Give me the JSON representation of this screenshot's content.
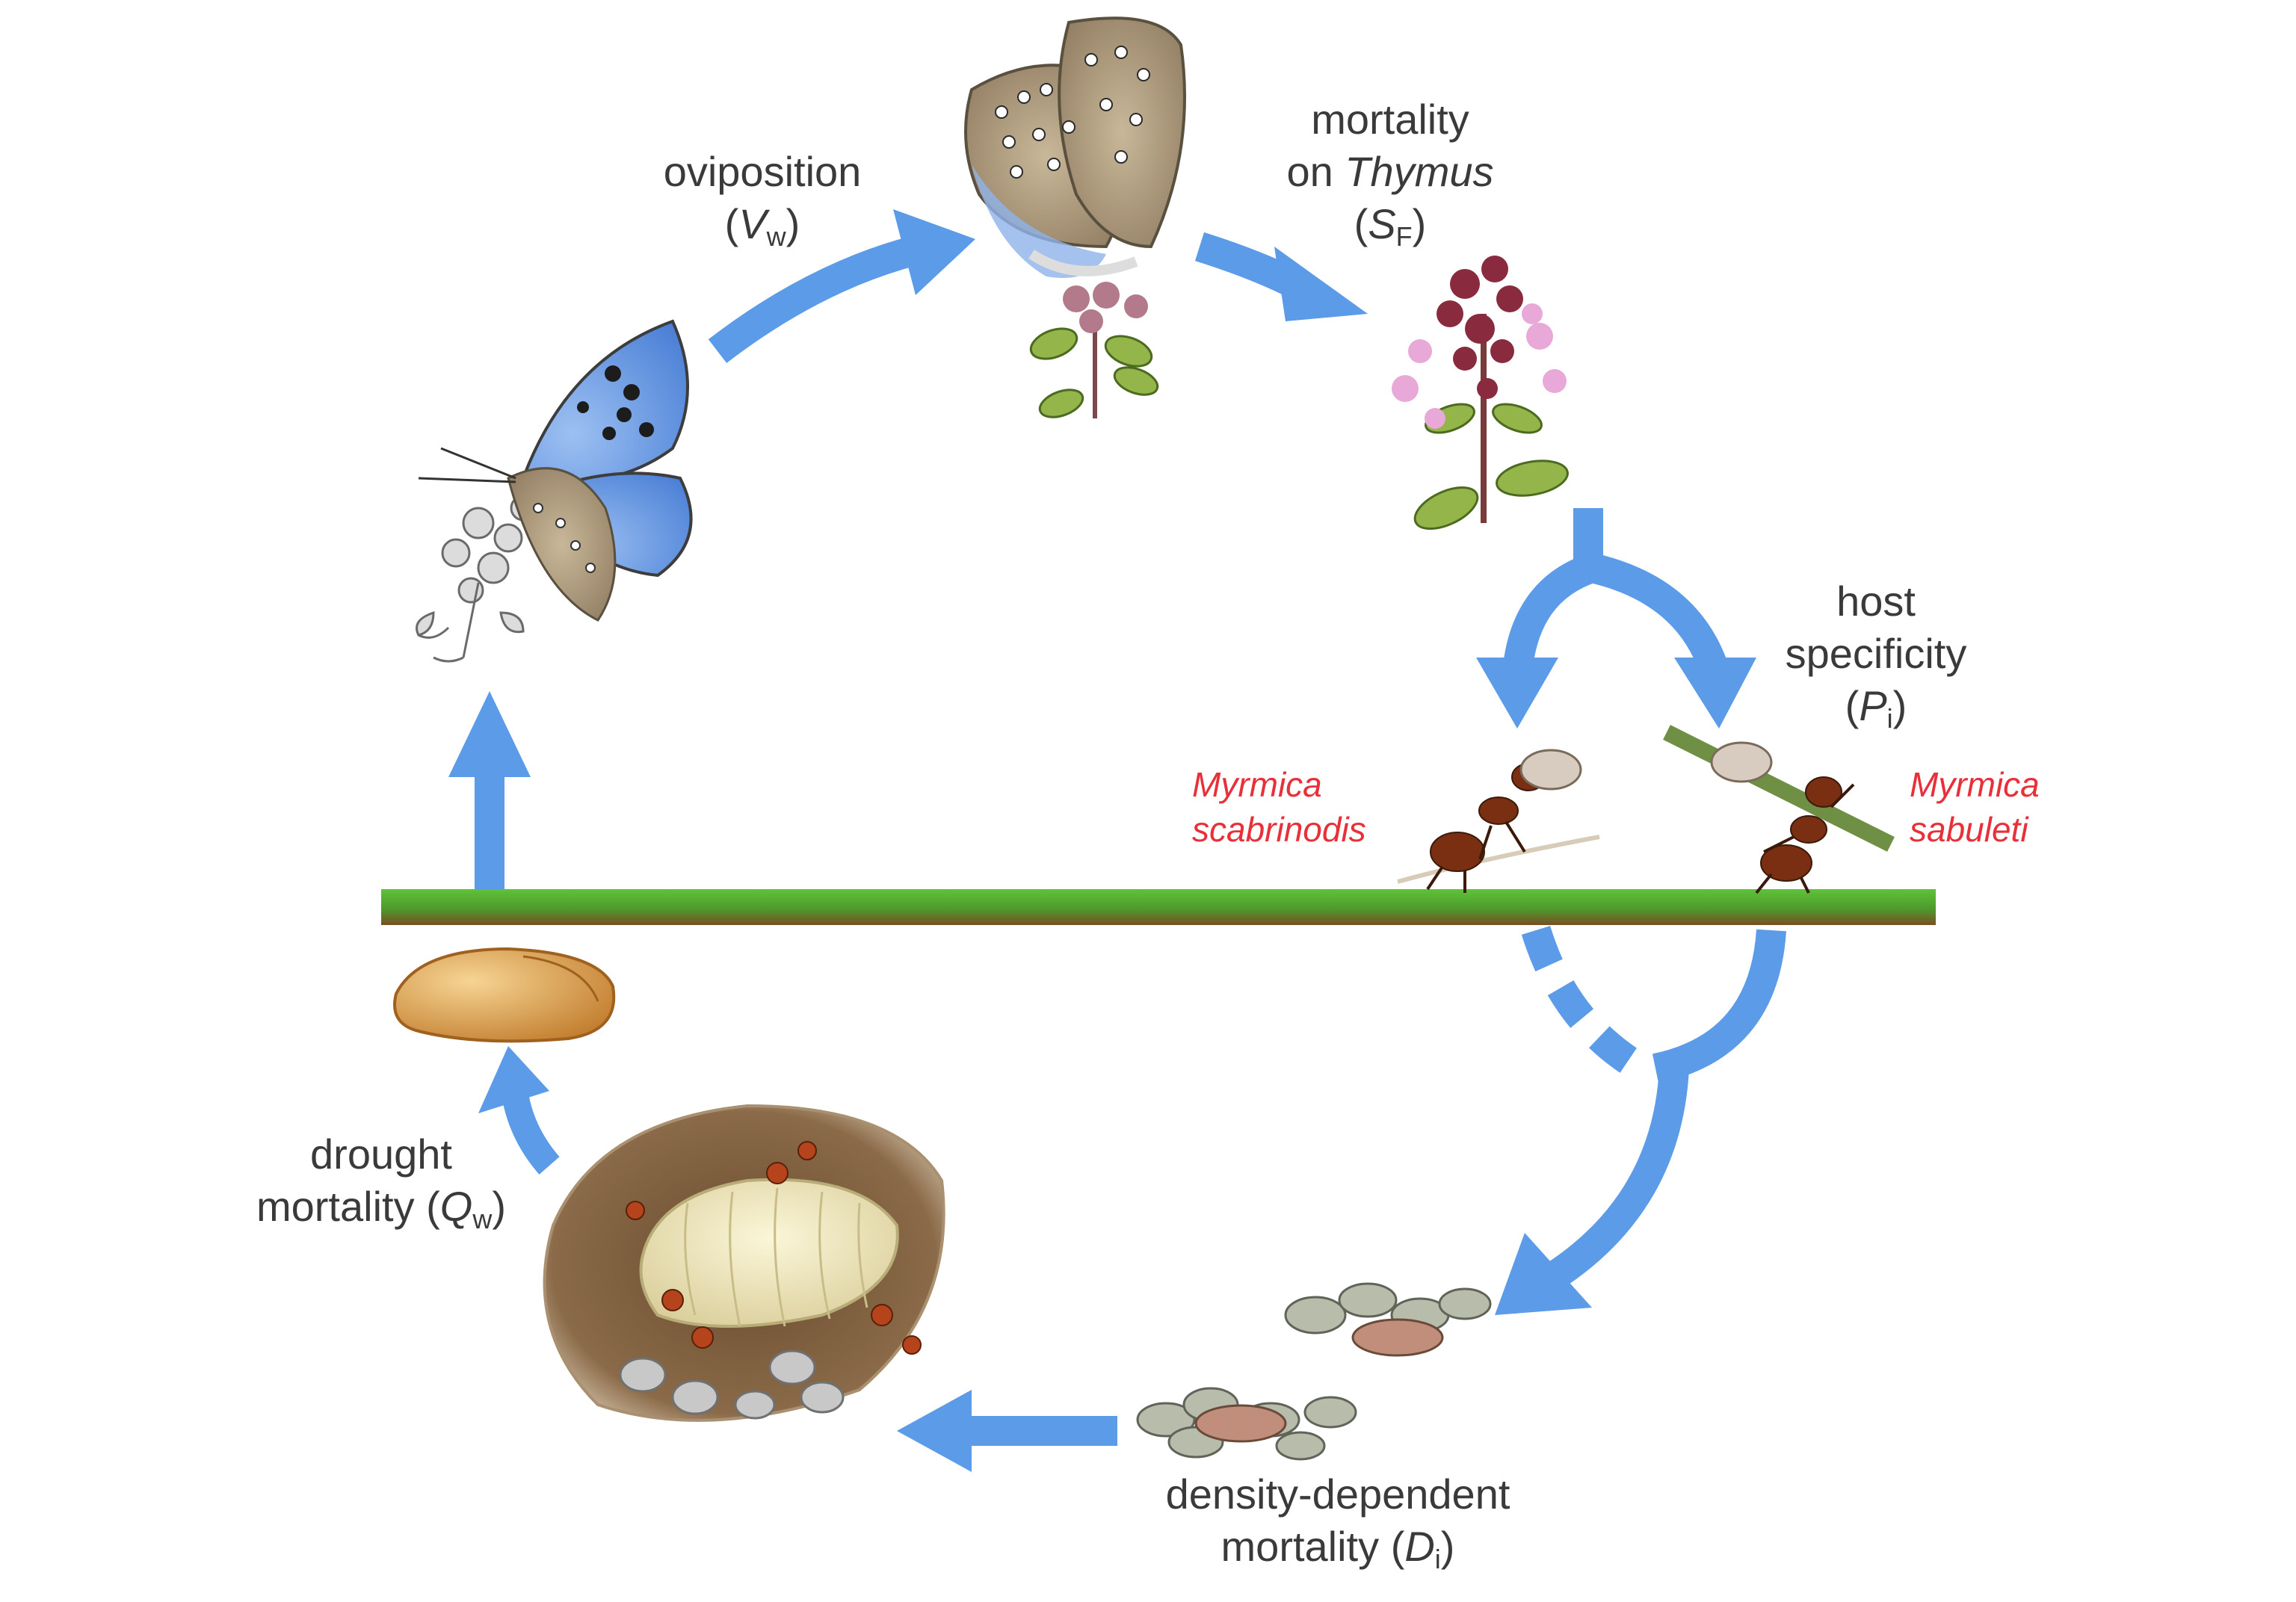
{
  "labels": {
    "oviposition": {
      "text": "oviposition",
      "symbol": "V",
      "subscript": "w"
    },
    "mortality_thymus": {
      "line1": "mortality",
      "line2_prefix": "on ",
      "line2_italic": "Thymus",
      "symbol": "S",
      "subscript": "F"
    },
    "host_specificity": {
      "line1": "host",
      "line2": "specificity",
      "symbol": "P",
      "subscript": "i"
    },
    "drought_mortality": {
      "line1": "drought",
      "line2_prefix": "mortality ",
      "symbol": "Q",
      "subscript": "w"
    },
    "density_mortality": {
      "line1": "density-dependent",
      "line2_prefix": "mortality ",
      "symbol": "D",
      "subscript": "i"
    }
  },
  "species": {
    "scabrinodis": {
      "line1": "Myrmica",
      "line2": "scabrinodis"
    },
    "sabuleti": {
      "line1": "Myrmica",
      "line2": "sabuleti"
    }
  },
  "colors": {
    "arrow": "#5b9be8",
    "ground_top": "#5fc23a",
    "ground_bottom": "#7a4e22",
    "species_text": "#e8303a",
    "butterfly_blue": "#6f9fe6",
    "pupa": "#d9a44e"
  },
  "icons": [
    "butterfly-feeding-icon",
    "butterfly-on-thyme-icon",
    "thyme-plant-icon",
    "ant-scabrinodis-icon",
    "ant-sabuleti-icon",
    "pupa-icon",
    "ant-nest-larva-icon",
    "larvae-group-icon"
  ]
}
